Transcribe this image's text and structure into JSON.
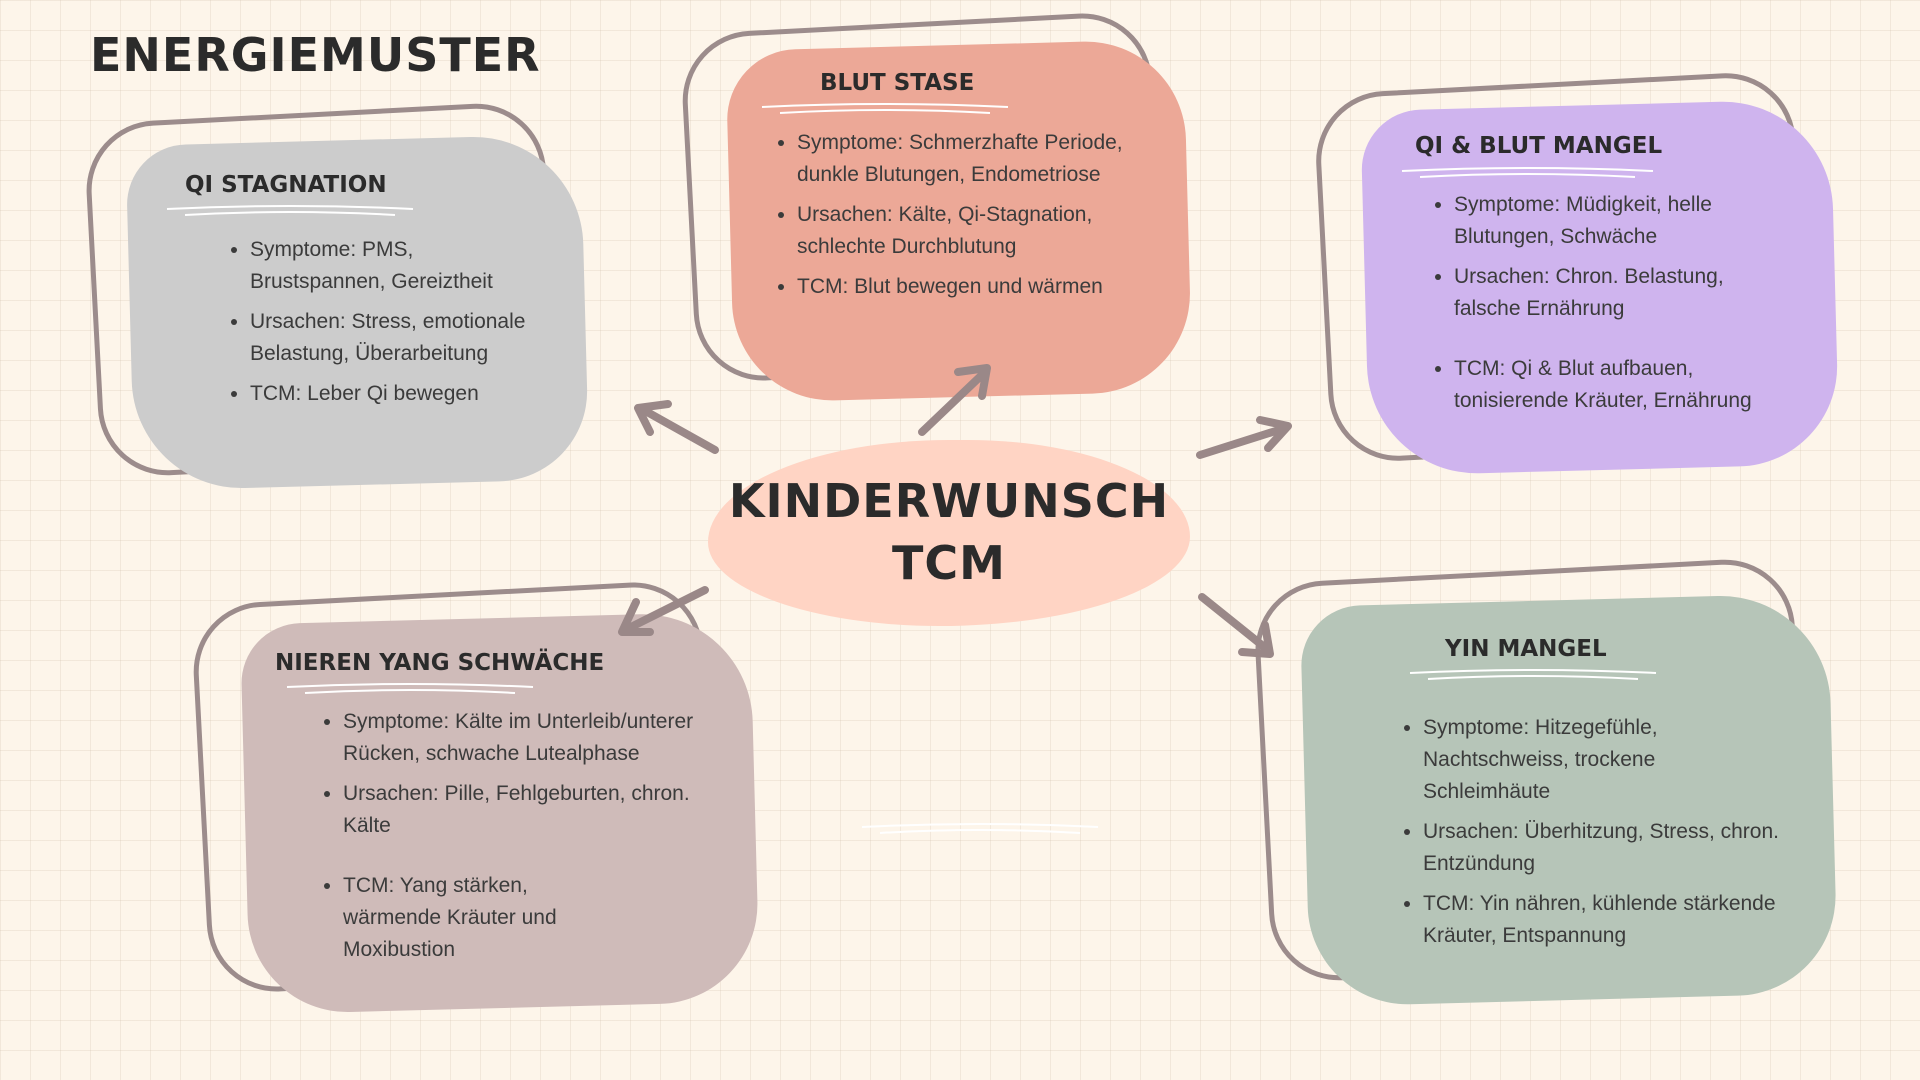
{
  "page": {
    "title": "ENERGIEMUSTER"
  },
  "center": {
    "line1": "KINDERWUNSCH",
    "line2": "TCM"
  },
  "cards": {
    "qi_stagnation": {
      "title": "QI STAGNATION",
      "color": "#cccccc",
      "items": [
        "Symptome: PMS, Brustspannen, Gereiztheit",
        "Ursachen: Stress, emotionale Belastung, Überarbeitung",
        "TCM: Leber Qi bewegen"
      ]
    },
    "blut_stase": {
      "title": "BLUT STASE",
      "color": "#eca897",
      "items": [
        "Symptome: Schmerzhafte Periode, dunkle Blutungen, Endometriose",
        "Ursachen: Kälte, Qi-Stagnation, schlechte Durchblutung",
        "TCM: Blut bewegen und wärmen"
      ]
    },
    "qi_blut_mangel": {
      "title": "QI & BLUT MANGEL",
      "color": "#cfb4ee",
      "items": [
        "Symptome: Müdigkeit, helle Blutungen, Schwäche",
        "Ursachen: Chron. Belastung, falsche Ernährung",
        "TCM: Qi & Blut aufbauen, tonisierende Kräuter, Ernährung"
      ]
    },
    "nieren_yang": {
      "title": "NIEREN YANG SCHWÄCHE",
      "color": "#cfbbb9",
      "items": [
        "Symptome: Kälte im Unterleib/unterer Rücken, schwache Lutealphase",
        "Ursachen: Pille, Fehlgeburten, chron. Kälte",
        "TCM: Yang stärken, wärmende Kräuter und Moxibustion"
      ]
    },
    "yin_mangel": {
      "title": "YIN MANGEL",
      "color": "#b6c5b8",
      "items": [
        "Symptome: Hitzegefühle, Nachtschweiss, trockene Schleimhäute",
        "Ursachen: Überhitzung, Stress, chron. Entzündung",
        "TCM: Yin nähren, kühlende stärkende Kräuter, Entspannung"
      ]
    }
  },
  "colors": {
    "background": "#fdf5ea",
    "outline": "#9c8c8c",
    "arrow": "#9a8888",
    "center": "#ffd4c4",
    "text": "#2b2b2b"
  }
}
